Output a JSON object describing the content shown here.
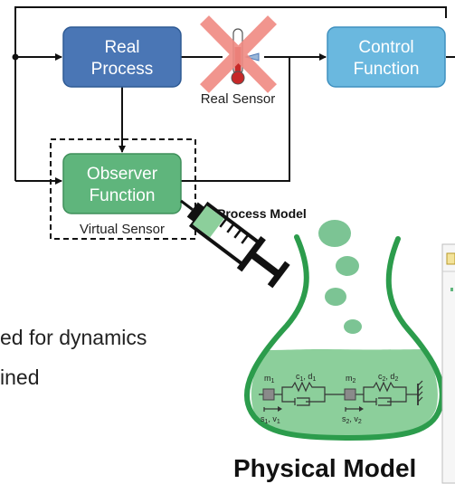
{
  "blocks": {
    "real_process": {
      "line1": "Real",
      "line2": "Process"
    },
    "control_function": {
      "line1": "Control",
      "line2": "Function"
    },
    "observer_function": {
      "line1": "Observer",
      "line2": "Function"
    }
  },
  "labels": {
    "real_sensor": "Real Sensor",
    "virtual_sensor": "Virtual Sensor",
    "process_model": "Process Model",
    "physical_model": "Physical Model"
  },
  "body_text": {
    "line1": "ed for dynamics",
    "line2": "ined"
  },
  "mech_model": {
    "m1": "m",
    "m1_sub": "1",
    "c1": "c",
    "c1_sub": "1",
    "d1": "d",
    "d1_sub": "1",
    "m2": "m",
    "m2_sub": "2",
    "c2": "c",
    "c2_sub": "2",
    "d2": "d",
    "d2_sub": "2",
    "s1": "s",
    "s1_sub": "1",
    "v1": "v",
    "v1_sub": "1",
    "s2": "s",
    "s2_sub": "2",
    "v2": "v",
    "v2_sub": "2"
  },
  "colors": {
    "real_process_fill": "#4a76b5",
    "control_fill": "#6ab8df",
    "observer_fill": "#5fb57c",
    "flask_stroke": "#2c9c4c",
    "liquid": "#8ccf9b",
    "bubble": "#7cc494",
    "cross": "#f08a82",
    "sensor": "#c62828"
  }
}
